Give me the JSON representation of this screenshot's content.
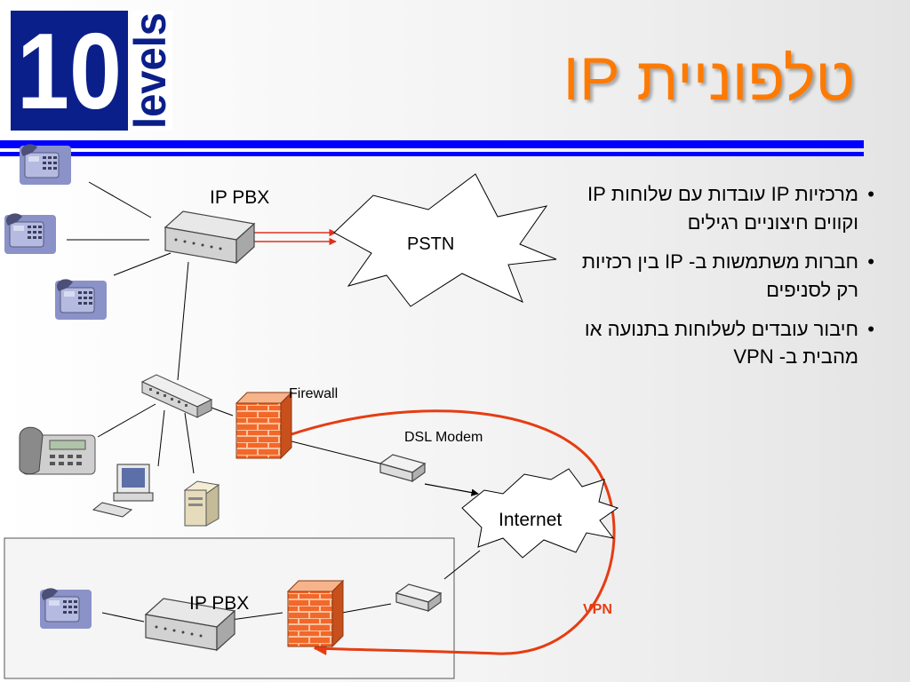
{
  "logo": {
    "number": "10",
    "word": "levels"
  },
  "title": "טלפוניית IP",
  "bullets": [
    "מרכזיות IP עובדות עם שלוחות IP וקווים חיצוניים רגילים",
    "חברות משתמשות ב- IP בין  רכזיות רק לסניפים",
    "חיבור עובדים לשלוחות בתנועה או מהבית ב- VPN"
  ],
  "diagram": {
    "pbx_top_label": "IP PBX",
    "pbx_bottom_label": "IP PBX",
    "pstn_label": "PSTN",
    "internet_label": "Internet",
    "firewall_label": "Firewall",
    "dsl_modem_label": "DSL Modem",
    "vpn_label": "VPN"
  },
  "colors": {
    "accent_title": "#ff7a00",
    "rule": "#0000ff",
    "logo_blue": "#0a1f8a",
    "vpn": "#e63c12",
    "pstn_link": "#e0301e"
  }
}
